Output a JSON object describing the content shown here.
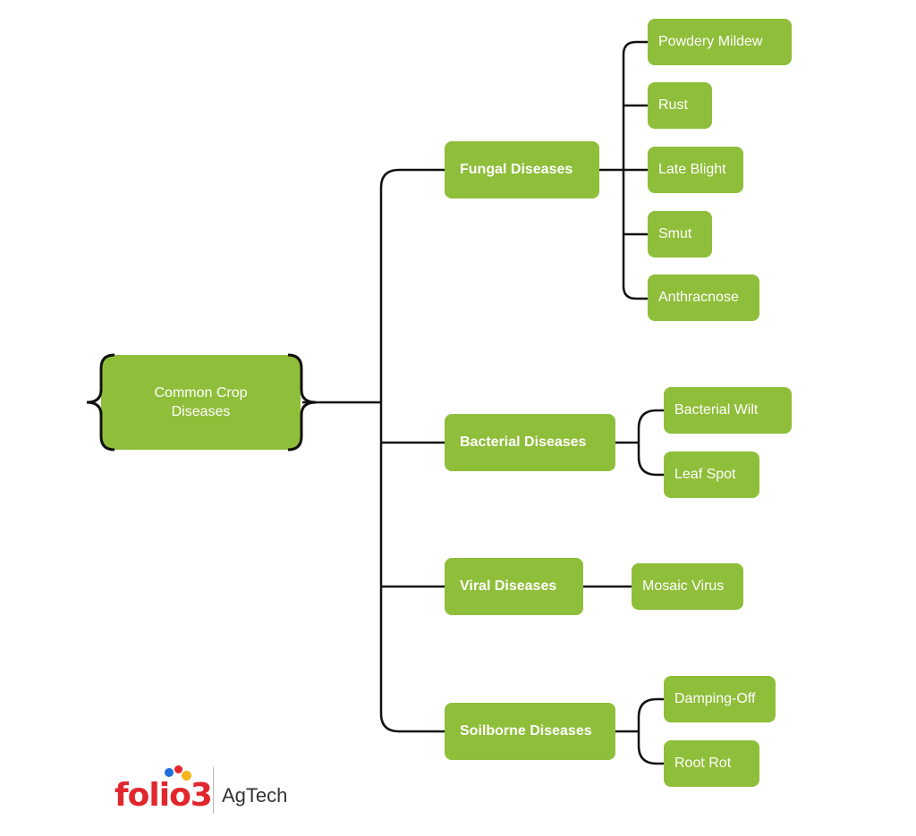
{
  "diagram": {
    "root": {
      "lines": [
        "Common Crop",
        "Diseases"
      ]
    },
    "categories": [
      {
        "label": "Fungal Diseases",
        "children": [
          "Powdery Mildew",
          "Rust",
          "Late Blight",
          "Smut",
          "Anthracnose"
        ]
      },
      {
        "label": "Bacterial Diseases",
        "children": [
          "Bacterial Wilt",
          "Leaf Spot"
        ]
      },
      {
        "label": "Viral Diseases",
        "children": [
          "Mosaic Virus"
        ]
      },
      {
        "label": "Soilborne Diseases",
        "children": [
          "Damping-Off",
          "Root Rot"
        ]
      }
    ]
  },
  "colors": {
    "node_fill": "#8fbe3a",
    "node_text": "#ffffff",
    "connector": "#111111",
    "brand_red": "#e1262d",
    "dot_blue": "#1f6fdc",
    "dot_red": "#e1262d",
    "dot_yellow": "#f7b51e"
  },
  "brand": {
    "wordmark": "folio3",
    "product": "AgTech"
  }
}
